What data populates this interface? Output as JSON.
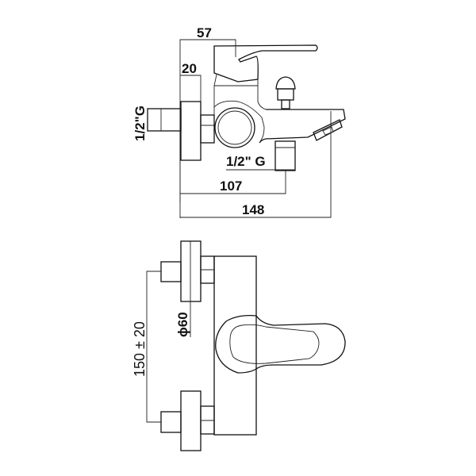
{
  "top_view": {
    "dim_width_handle": "57",
    "dim_flange": "20",
    "dim_inlet_thread": "1/2\"G",
    "dim_outlet_thread": "1/2\" G",
    "dim_outlet_distance": "107",
    "dim_total_length": "148"
  },
  "front_view": {
    "dim_centers": "150 ± 20",
    "dim_flange_diameter": "ϕ60"
  }
}
